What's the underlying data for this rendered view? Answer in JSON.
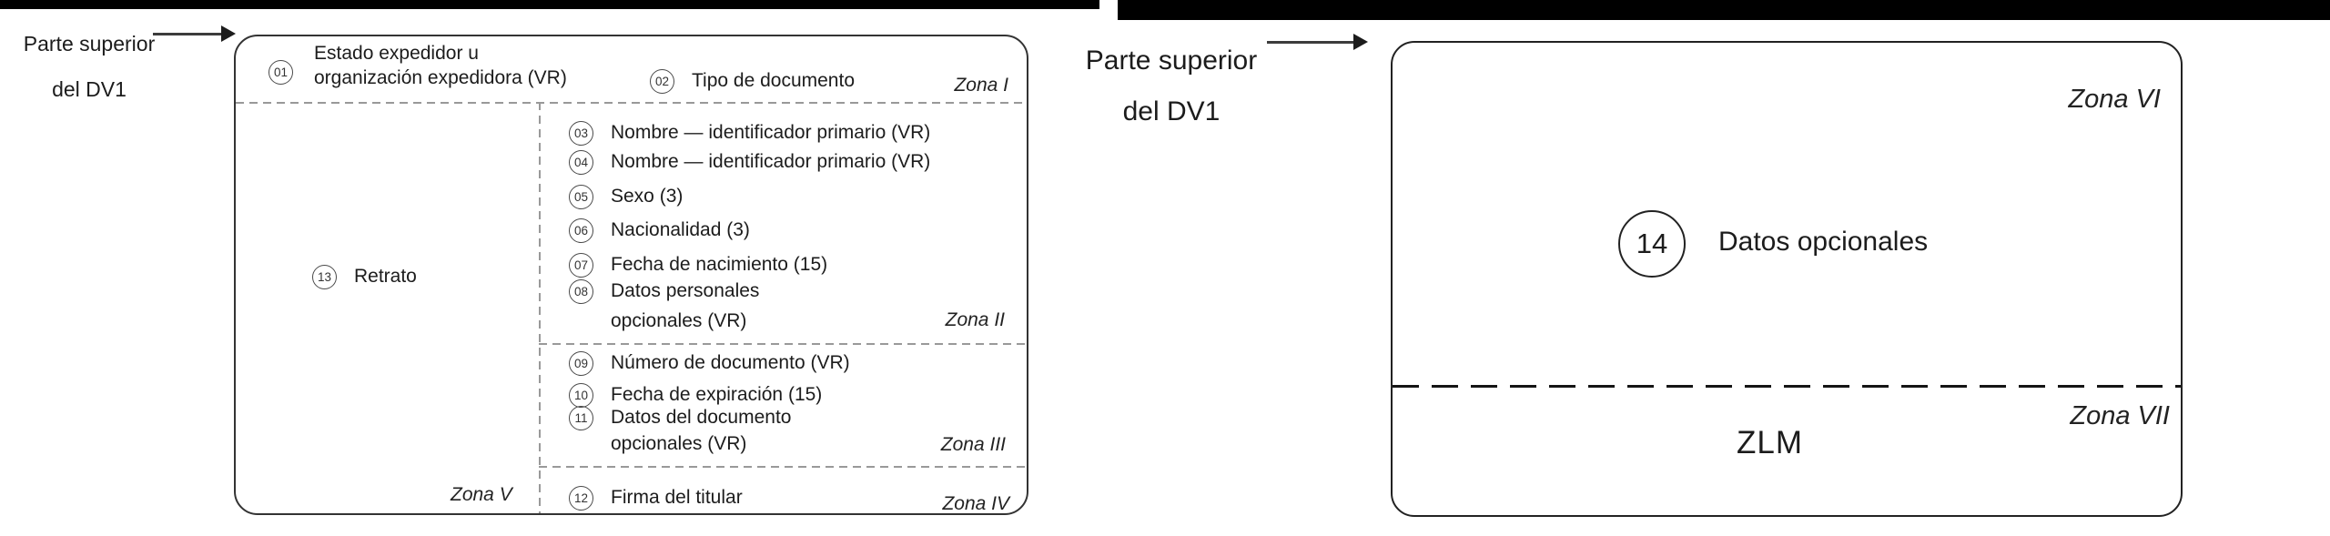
{
  "colors": {
    "background": "#ffffff",
    "top_bars": "#000000",
    "card_border": "#333333",
    "dashed_gray": "#999999",
    "dashed_black": "#141414",
    "text": "#1c1c1c"
  },
  "left_panel": {
    "pointer": {
      "line1": "Parte superior",
      "line2": "del DV1"
    },
    "card": {
      "zona1": {
        "field01": {
          "num": "01",
          "line1": "Estado expedidor u",
          "line2": "organización expedidora (VR)"
        },
        "field02": {
          "num": "02",
          "label": "Tipo de documento"
        },
        "zone_label": "Zona I"
      },
      "portrait": {
        "num": "13",
        "label": "Retrato"
      },
      "zona5": {
        "zone_label": "Zona V"
      },
      "zona2": {
        "fields": [
          {
            "num": "03",
            "label": "Nombre — identificador primario (VR)"
          },
          {
            "num": "04",
            "label": "Nombre — identificador primario (VR)"
          },
          {
            "num": "05",
            "label": "Sexo (3)"
          },
          {
            "num": "06",
            "label": "Nacionalidad (3)"
          },
          {
            "num": "07",
            "label": "Fecha de nacimiento (15)",
            "note": ""
          },
          {
            "num": "08",
            "label": "Datos personales",
            "label_cont": "opcionales (VR)"
          }
        ],
        "zone_label": "Zona II"
      },
      "zona3": {
        "fields": [
          {
            "num": "09",
            "label": "Número de documento (VR)"
          },
          {
            "num": "10",
            "label": "Fecha de expiración (15)"
          },
          {
            "num": "11",
            "label": "Datos del documento",
            "label_cont": "opcionales (VR)"
          }
        ],
        "zone_label": "Zona III"
      },
      "zona4": {
        "field12": {
          "num": "12",
          "label": "Firma del titular"
        },
        "zone_label": "Zona IV"
      }
    }
  },
  "right_panel": {
    "pointer": {
      "line1": "Parte superior",
      "line2": "del DV1"
    },
    "card": {
      "zona6": {
        "zone_label": "Zona VI",
        "field14": {
          "num": "14",
          "label": "Datos opcionales"
        }
      },
      "zona7": {
        "zone_label": "Zona VII",
        "mrz": "ZLM"
      }
    }
  }
}
